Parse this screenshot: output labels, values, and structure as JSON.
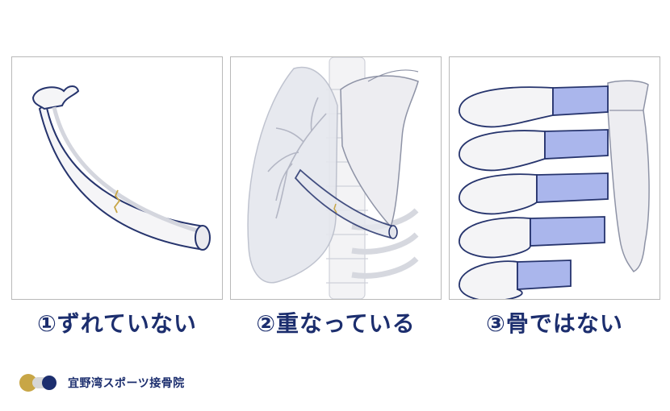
{
  "panels": [
    {
      "caption": "①ずれていない"
    },
    {
      "caption": "②重なっている"
    },
    {
      "caption": "③骨ではない"
    }
  ],
  "brand": {
    "name": "宜野湾スポーツ接骨院"
  },
  "colors": {
    "navy": "#1c2e6e",
    "gold": "#c8a646",
    "cartilage_blue": "#aab6ec",
    "bone": "#f4f4f6",
    "outline": "#26346d"
  }
}
